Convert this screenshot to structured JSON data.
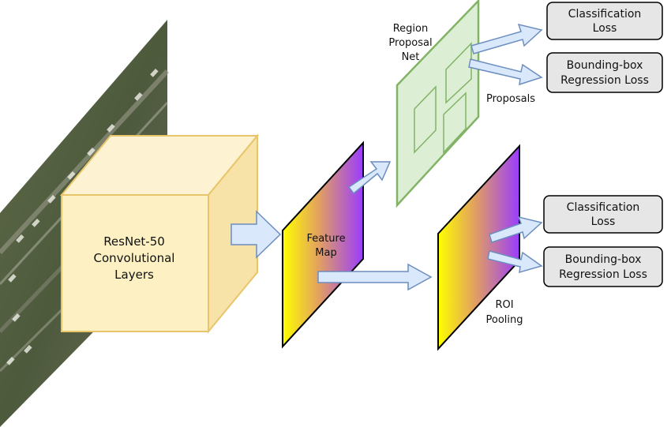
{
  "backbone": {
    "lines": [
      "ResNet-50",
      "Convolutional",
      "Layers"
    ],
    "color": "#fdf0c2",
    "stroke": "#e8c56a"
  },
  "feature_map": {
    "lines": [
      "Feature",
      "Map"
    ],
    "gradient_start": "#ffff00",
    "gradient_end": "#9a3cff"
  },
  "rpn": {
    "lines": [
      "Region",
      "Proposal",
      "Net"
    ],
    "color": "#dcefd5",
    "stroke": "#82b366",
    "proposals_label": "Proposals"
  },
  "roi_pooling": {
    "lines": [
      "ROI",
      "Pooling"
    ]
  },
  "rpn_losses": {
    "classification": [
      "Classification",
      "Loss"
    ],
    "bbox": [
      "Bounding-box",
      "Regression Loss"
    ]
  },
  "head_losses": {
    "classification": [
      "Classification",
      "Loss"
    ],
    "bbox": [
      "Bounding-box",
      "Regression Loss"
    ]
  },
  "loss_box_color": "#e6e6e6",
  "arrow_color": "#dae8fc",
  "arrow_stroke": "#6c8ebf"
}
